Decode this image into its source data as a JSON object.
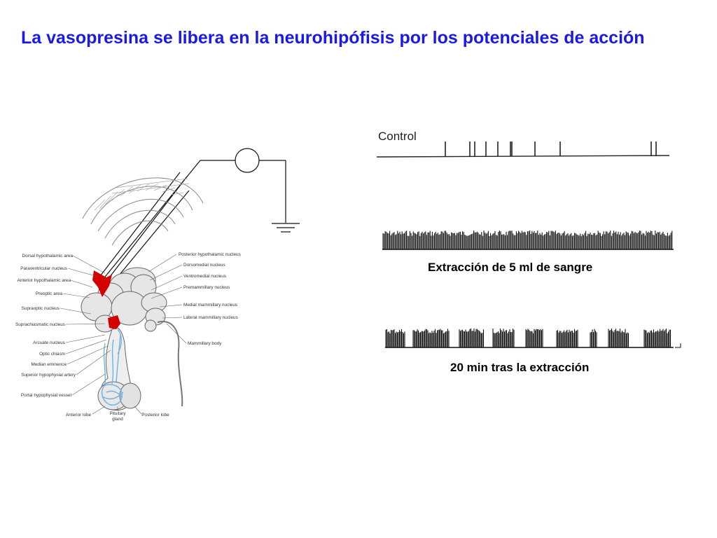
{
  "slide": {
    "title": "La vasopresina se libera en la neurohipófisis por los potenciales de acción",
    "trace_control_label": "Control",
    "caption_after_bleed": "Extracción de 5 ml de sangre",
    "caption_20min": "20 min tras la extracción"
  },
  "anatomy": {
    "left_labels": [
      "Dorsal hypothalamic area",
      "Paraventricular nucleus",
      "Anterior hypothalamic area",
      "Preoptic area",
      "Supraoptic nucleus",
      "Suprachiasmatic nucleus",
      "Arcuate nucleus",
      "Optic chiasm",
      "Median eminence",
      "Superior hypophysial artery",
      "Portal hypophysial vessel"
    ],
    "right_labels": [
      "Posterior hypothalamic nucleus",
      "Dorsomedial nucleus",
      "Ventromedial nucleus",
      "Premammillary nucleus",
      "Medial mammillary nucleus",
      "Lateral mammillary nucleus",
      "Mammillary body"
    ],
    "bottom_labels": [
      "Anterior lobe",
      "Pituitary",
      "gland",
      "Posterior lobe"
    ]
  },
  "colors": {
    "title": "#1a1ae6",
    "nucleus_highlight": "#d40000",
    "vessels": "#6fb3e0"
  }
}
